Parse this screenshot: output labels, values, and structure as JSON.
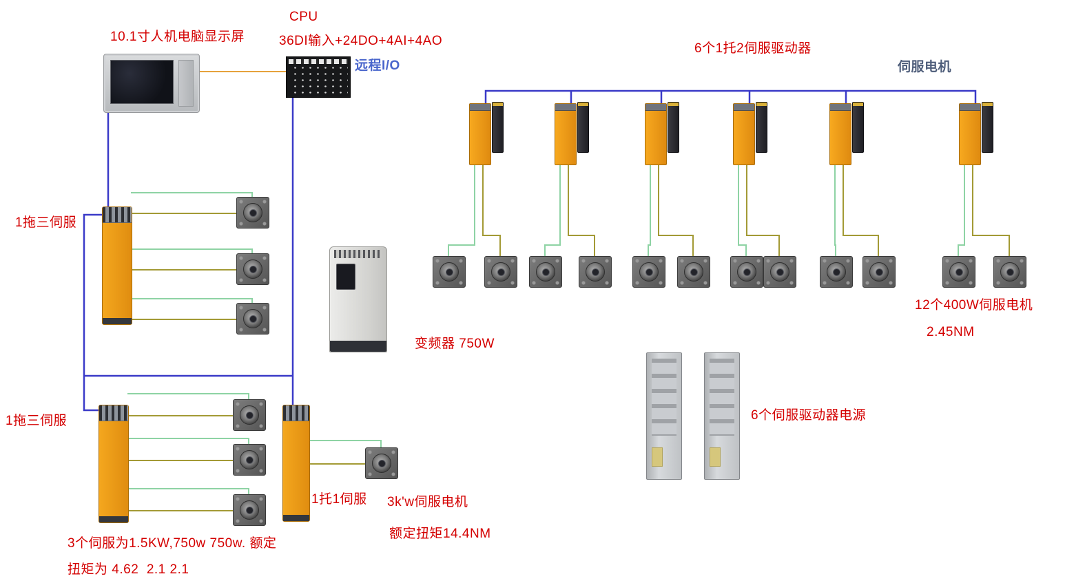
{
  "diagram": {
    "labels": {
      "hmi": "10.1寸人机电脑显示屏",
      "cpu_title": "CPU",
      "cpu_io": "36DI输入+24DO+4AI+4AO",
      "remote_io": "远程I/O",
      "drives_top": "6个1托2伺服驱动器",
      "servo_motor": "伺服电机",
      "one_drag_three_upper": "1拖三伺服",
      "one_drag_three_lower": "1拖三伺服",
      "inverter": "变频器 750W",
      "motors_400w": "12个400W伺服电机",
      "torque_245": "2.45NM",
      "psu": "6个伺服驱动器电源",
      "one_to_one": "1托1伺服",
      "motor_3kw": "3k'w伺服电机",
      "torque_144": "额定扭矩14.4NM",
      "note_line1": "3个伺服为1.5KW,750w 750w. 额定",
      "note_line2": "扭矩为 4.62  2.1 2.1"
    },
    "colors": {
      "label_red": "#d40000",
      "label_blue": "#4a66cc",
      "label_slate": "#4e5d7a",
      "wire_blue": "#3a3ac8",
      "wire_green": "#8ed3a4",
      "wire_olive": "#a39a35",
      "wire_orange": "#e6a23c",
      "drive_orange": "#f2a11c"
    }
  }
}
